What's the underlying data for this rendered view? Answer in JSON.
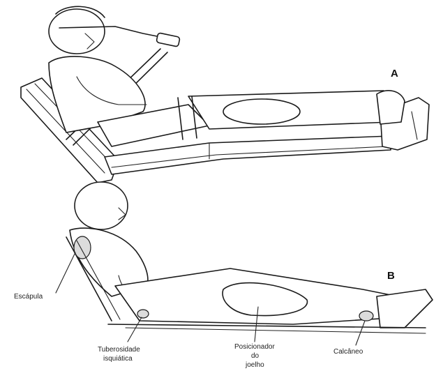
{
  "panels": [
    {
      "letter": "A"
    },
    {
      "letter": "B"
    }
  ],
  "labels": {
    "escapula": "Escápula",
    "tuberosidade_l1": "Tuberosidade",
    "tuberosidade_l2": "isquiática",
    "posicionador_l1": "Posicionador",
    "posicionador_l2": "do",
    "posicionador_l3": "joelho",
    "calcaneo": "Calcâneo"
  }
}
